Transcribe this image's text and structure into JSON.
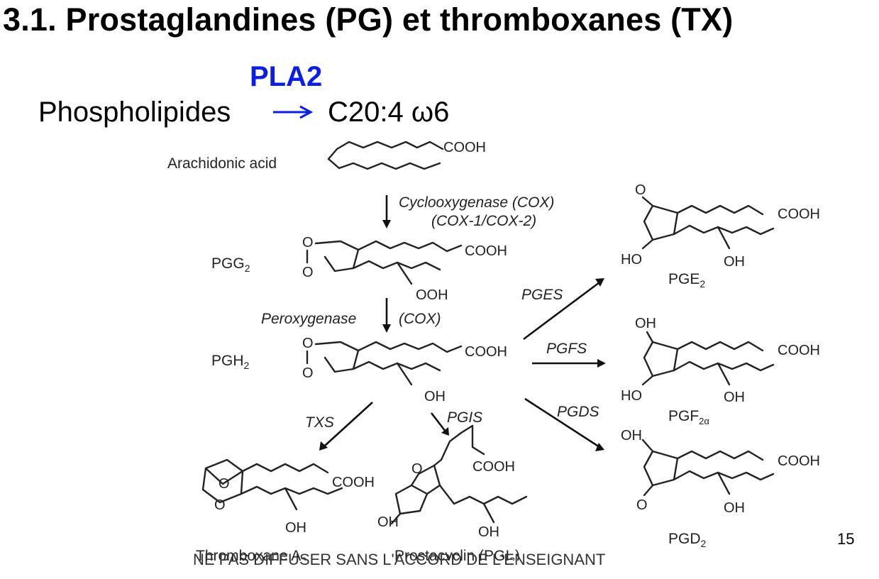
{
  "slide": {
    "title": "3.1. Prostaglandines (PG) et thromboxanes (TX)",
    "enzyme": "PLA2",
    "substrate": "Phospholipides",
    "product": "C20:4 ω6",
    "page_number": "15",
    "footer": "NE PAS DIFFUSER SANS L'ACCORD DE L'ENSEIGNANT",
    "accent_color": "#0a1ee6"
  },
  "scheme": {
    "arachidonic": "Arachidonic acid",
    "cox": "Cyclooxygenase (COX)",
    "cox_iso": "(COX-1/COX-2)",
    "pgg2": "PGG",
    "peroxygenase": "Peroxygenase",
    "perox_cox": "(COX)",
    "pgh2": "PGH",
    "sub2": "2",
    "cooh": "COOH",
    "ooh": "OOH",
    "oh": "OH",
    "ho": "HO",
    "o": "O",
    "pges": "PGES",
    "pgfs": "PGFS",
    "pgds": "PGDS",
    "txs": "TXS",
    "pgis": "PGIS",
    "pge2": "PGE",
    "pgf2a": "PGF",
    "pgf_sub": "2α",
    "pgd2": "PGD",
    "txa2": "Thromboxane A",
    "pgi2": "Prostacyclin (PGI",
    "pgi2_close": ")"
  }
}
